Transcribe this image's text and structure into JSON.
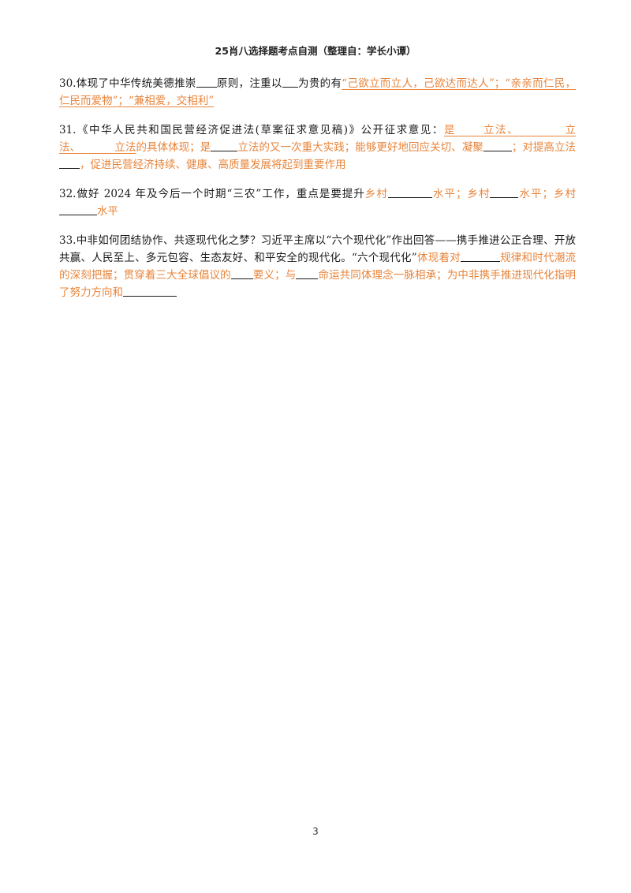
{
  "header": {
    "title": "25肖八选择题考点自测（整理自：学长小谭）"
  },
  "questions": [
    {
      "q30": {
        "lead": "30.体现了中华传统美德推崇",
        "mid1": "原则，注重以",
        "mid2": "为贵的有",
        "answer": "“己欲立而立人，己欲达而达人”；“亲亲而仁民，仁民而爱物”；“兼相爱，交相利”"
      }
    }
  ],
  "q30": {
    "lead": "30.体现了中华传统美德推崇",
    "mid1": "原则，注重以",
    "mid2": "为贵的有",
    "answer": "“己欲立而立人，己欲达而达人”；“亲亲而仁民，仁民而爱物”；“兼相爱，交相利”"
  },
  "q31": {
    "lead": "31.《中华人民共和国民营经济促进法(草案征求意见稿)》公开征求意见：",
    "a1": "是",
    "a2": "立法、",
    "a3": "立法、",
    "a4": "立法",
    "a5": "的具体体现；是",
    "a6": "立法的又一次重大实践；能够更好地回应关切、凝聚",
    "a7": "；对提高立法",
    "a8": "，促进民营经济持续、健康、高质量发展将起到重要作用"
  },
  "q32": {
    "lead": "32.做好 2024 年及今后一个时期“三农”工作，重点是要提升",
    "a1": "乡村",
    "a2": "水平；乡村",
    "a3": "水平；乡村",
    "a4": "水平"
  },
  "q33": {
    "lead": "33.中非如何团结协作、共逐现代化之梦？习近平主席以“六个现代化”作出回答——携手推进公正合理、开放共赢、人民至上、多元包容、生态友好、和平安全的现代化。“六个现代化”",
    "a1": "体现着对",
    "a2": "规律和时代潮流的深刻把握；贯穿着三大全球倡议的",
    "a3": "要义；与",
    "a4": "命运共同体理念一脉相承；为中非携手推进现代化指明了努力方向和"
  },
  "footer": {
    "page_number": "3"
  }
}
